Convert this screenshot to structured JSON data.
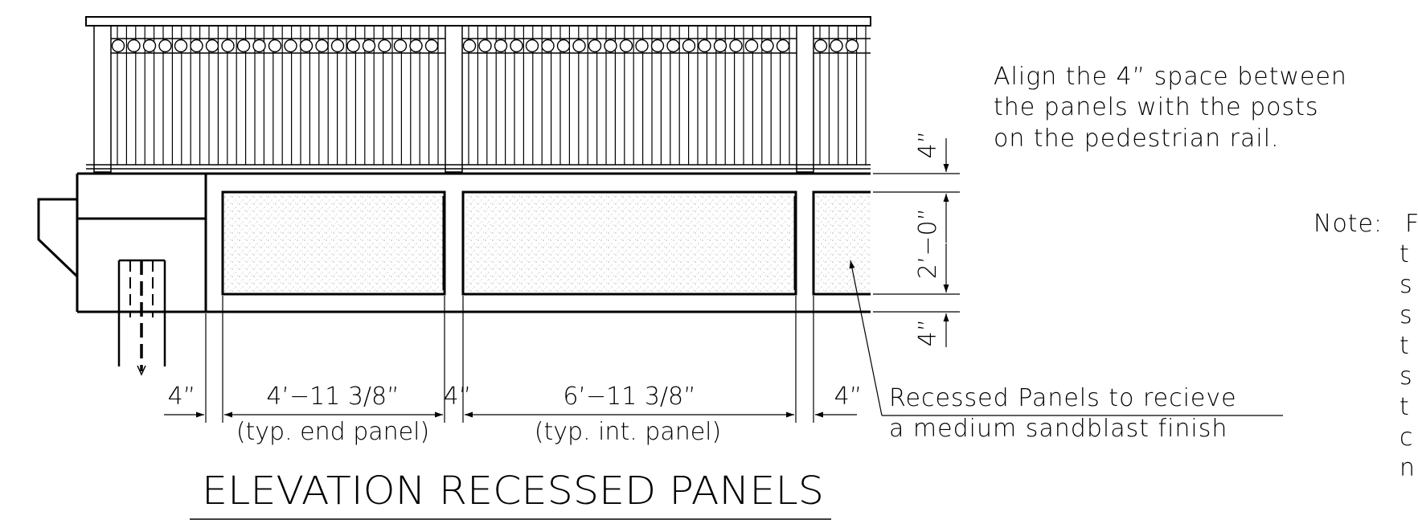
{
  "drawing": {
    "title": "ELEVATION RECESSED PANELS",
    "align_note": {
      "lines": [
        "Align the 4” space between",
        "the panels with the posts",
        "on the pedestrian rail."
      ]
    },
    "note": {
      "label": "Note:",
      "line_starts": [
        "F",
        "t",
        "s",
        "s",
        "t",
        "s",
        "t",
        "c",
        "n"
      ]
    },
    "callout": {
      "lines": [
        "Recessed Panels to recieve",
        "a medium sandblast finish"
      ]
    },
    "dimensions": {
      "horizontal": [
        {
          "id": "end-gap",
          "value": "4”"
        },
        {
          "id": "end-panel",
          "value": "4’−11 3/8”",
          "sub": "(typ. end panel)"
        },
        {
          "id": "panel-gap",
          "value": "4”"
        },
        {
          "id": "int-panel",
          "value": "6’−11 3/8”",
          "sub": "(typ. int. panel)"
        },
        {
          "id": "int-gap",
          "value": "4”"
        }
      ],
      "vertical": [
        {
          "id": "top-band",
          "value": "4”"
        },
        {
          "id": "panel-height",
          "value": "2’−0”"
        },
        {
          "id": "bottom-band",
          "value": "4”"
        }
      ]
    }
  }
}
